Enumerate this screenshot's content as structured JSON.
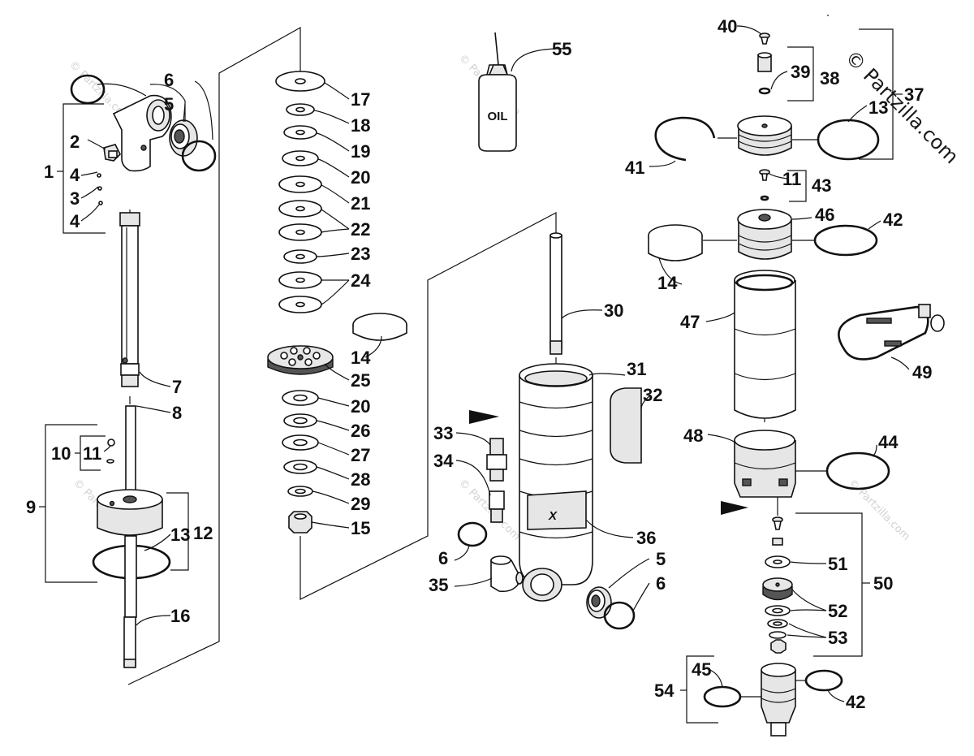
{
  "watermark": {
    "brand": "© Partzilla.com"
  },
  "oil_bottle": {
    "label": "OIL"
  },
  "callouts": {
    "c1": "1",
    "c2": "2",
    "c3": "3",
    "c4a": "4",
    "c4b": "4",
    "c5a": "5",
    "c5b": "5",
    "c6a": "6",
    "c6b": "6",
    "c6c": "6",
    "c7": "7",
    "c8": "8",
    "c9": "9",
    "c10": "10",
    "c11a": "11",
    "c11b": "11",
    "c12": "12",
    "c13a": "13",
    "c13b": "13",
    "c14a": "14",
    "c14b": "14",
    "c15": "15",
    "c16": "16",
    "c17": "17",
    "c18": "18",
    "c19": "19",
    "c20a": "20",
    "c20b": "20",
    "c21": "21",
    "c22": "22",
    "c23": "23",
    "c24": "24",
    "c25": "25",
    "c26": "26",
    "c27": "27",
    "c28": "28",
    "c29": "29",
    "c30": "30",
    "c31": "31",
    "c32": "32",
    "c33": "33",
    "c34": "34",
    "c35": "35",
    "c36": "36",
    "c37": "37",
    "c38": "38",
    "c39": "39",
    "c40": "40",
    "c41": "41",
    "c42a": "42",
    "c42b": "42",
    "c43": "43",
    "c44": "44",
    "c45": "45",
    "c46": "46",
    "c47": "47",
    "c48": "48",
    "c49": "49",
    "c50": "50",
    "c51": "51",
    "c52": "52",
    "c53": "53",
    "c54": "54",
    "c55": "55"
  }
}
